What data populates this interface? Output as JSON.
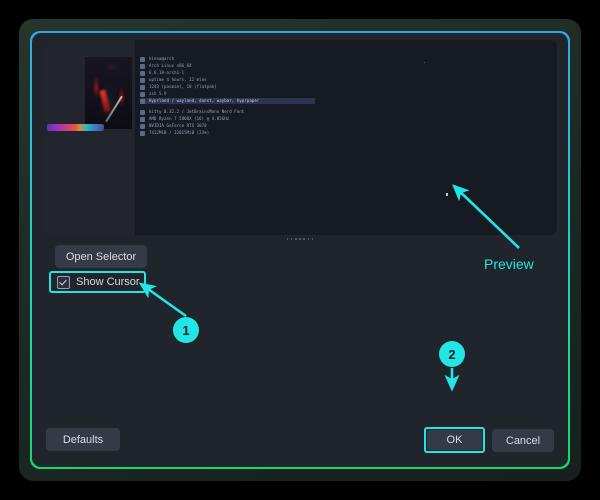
{
  "dialog": {
    "title": "",
    "accent_cyan": "#22e6e6",
    "accent_green": "#16d96a",
    "background": "#20242b"
  },
  "preview": {
    "label": "Preview",
    "drag_handle_dots": 7,
    "terminal": {
      "palette_labels": "",
      "info_lines": [
        {
          "icon": "user-icon",
          "text": "hinoa@arch"
        },
        {
          "icon": "distro-icon",
          "text": "Arch Linux x86_64"
        },
        {
          "icon": "kernel-icon",
          "text": "6.6.10-arch1-1"
        },
        {
          "icon": "uptime-icon",
          "text": "uptime 4 hours, 12 mins"
        },
        {
          "icon": "packages-icon",
          "text": "1243 (pacman), 18 (flatpak)"
        },
        {
          "icon": "shell-icon",
          "text": "zsh 5.9"
        },
        {
          "icon": "wm-icon",
          "text": "Hyprland / wayland, dunst, waybar, hyprpaper"
        }
      ],
      "info_lines_2": [
        {
          "icon": "terminal-icon",
          "text": "kitty 0.32.2 / JetBrainsMono Nerd Font"
        },
        {
          "icon": "cpu-icon",
          "text": "AMD Ryzen 7 5800X (16) @ 4.85GHz"
        },
        {
          "icon": "gpu-icon",
          "text": "NVIDIA GeForce RTX 3070"
        },
        {
          "icon": "memory-icon",
          "text": "7412MiB / 32015MiB (23%)"
        }
      ],
      "selected_line_index": 6
    }
  },
  "controls": {
    "open_selector": "Open Selector",
    "show_cursor": {
      "label": "Show Cursor",
      "checked": true
    }
  },
  "footer": {
    "defaults": "Defaults",
    "ok": "OK",
    "cancel": "Cancel"
  },
  "annotations": {
    "badge_1": "1",
    "badge_2": "2",
    "preview_callout": "Preview"
  }
}
